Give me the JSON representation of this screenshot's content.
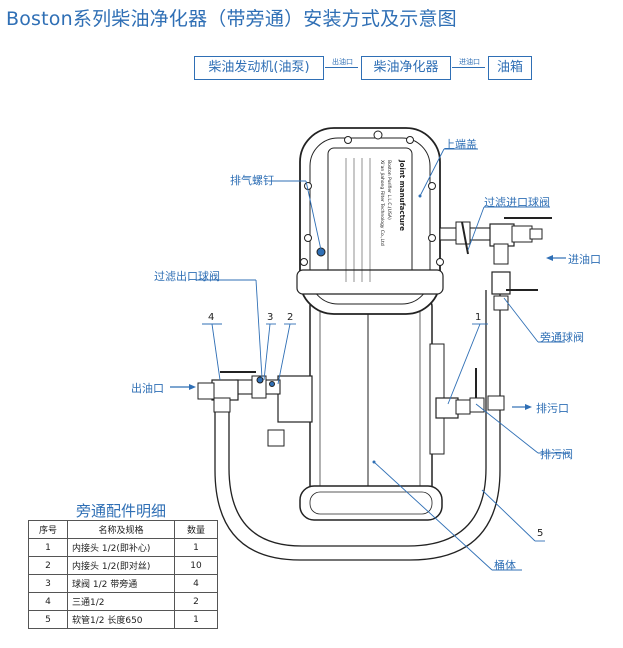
{
  "title": "Boston系列柴油净化器（带旁通）安装方式及示意图",
  "flow": {
    "box1": "柴油发动机(油泵)",
    "arrow1": "出油口",
    "box2": "柴油净化器",
    "arrow2": "进油口",
    "box3": "油箱"
  },
  "callouts": {
    "top_cap": "上端盖",
    "vent_screw": "排气螺钉",
    "inlet_ball_valve": "过滤进口球阀",
    "inlet": "进油口",
    "outlet_ball_valve": "过滤出口球阀",
    "bypass_ball_valve": "旁通球阀",
    "outlet": "出油口",
    "drain_port": "排污口",
    "drain_valve": "排污阀",
    "barrel": "桶体"
  },
  "numbers": {
    "n4": "4",
    "n3": "3",
    "n2": "2",
    "n1": "1",
    "n5": "5"
  },
  "device_text": {
    "brand": "Joint manufacture",
    "line1": "Boston Purifier L.L.C.(USA)",
    "line2": "Xi'an Jiahong Filter Technology Co.,Ltd"
  },
  "parts_table": {
    "title": "旁通配件明细",
    "headers": [
      "序号",
      "名称及规格",
      "数量"
    ],
    "rows": [
      [
        "1",
        "内接头 1/2(即补心)",
        "1"
      ],
      [
        "2",
        "内接头 1/2(即对丝)",
        "10"
      ],
      [
        "3",
        "球阀 1/2 带旁通",
        "4"
      ],
      [
        "4",
        "三通1/2",
        "2"
      ],
      [
        "5",
        "软管1/2 长度650",
        "1"
      ]
    ]
  },
  "colors": {
    "accent": "#2f6fb5",
    "line": "#222222"
  }
}
